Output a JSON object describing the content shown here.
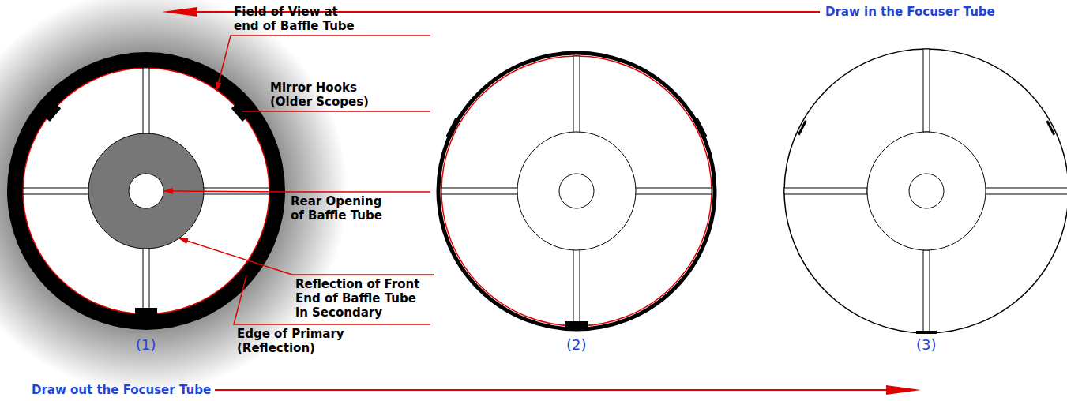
{
  "diagram": {
    "labels": [
      "Draw in the Focuser Tube",
      "Field of View at end of Baffle Tube",
      "Mirror Hooks (Older Scopes)",
      "Rear Opening of Baffle Tube",
      "Reflection of Front End of Baffle Tube in Secondary",
      "Edge of Primary (Reflection)",
      "(1)",
      "(2)",
      "(3)",
      "Draw out the Focuser Tube"
    ]
  }
}
